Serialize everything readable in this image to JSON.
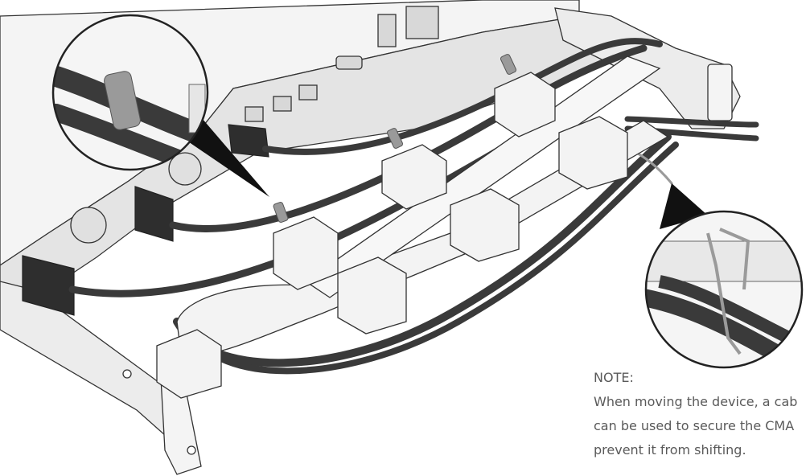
{
  "note": {
    "title": "NOTE:",
    "lines": [
      "When moving the device, a cab",
      "can be used to secure the CMA",
      "prevent it from shifting."
    ]
  },
  "colors": {
    "chassis": "#eeeeee",
    "chassis_outline": "#333333",
    "cable": "#3a3a3a",
    "strap": "#9a9a9a",
    "arm": "#f2f2f2",
    "note_text": "#5a5a5a"
  }
}
